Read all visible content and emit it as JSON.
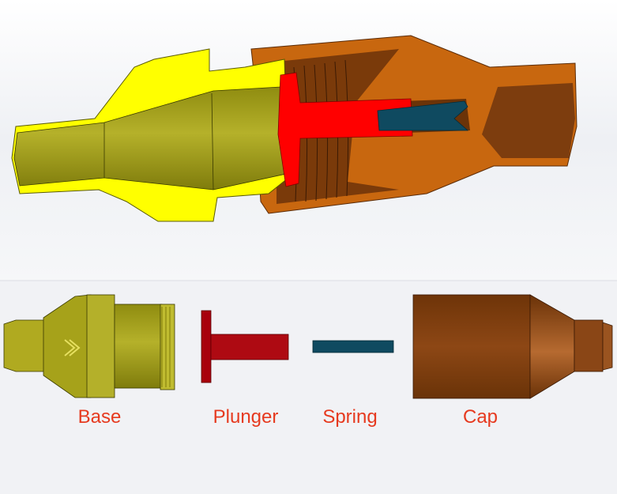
{
  "labels": {
    "base": "Base",
    "plunger": "Plunger",
    "spring": "Spring",
    "cap": "Cap"
  },
  "colors": {
    "base_section": "#ffff00",
    "base_body": "#a6a21a",
    "plunger": "#ff0000",
    "plunger_exploded": "#a8000c",
    "spring": "#0f4a60",
    "cap_section": "#c8670f",
    "cap_body": "#8a4210",
    "label_text": "#e63a1f"
  }
}
